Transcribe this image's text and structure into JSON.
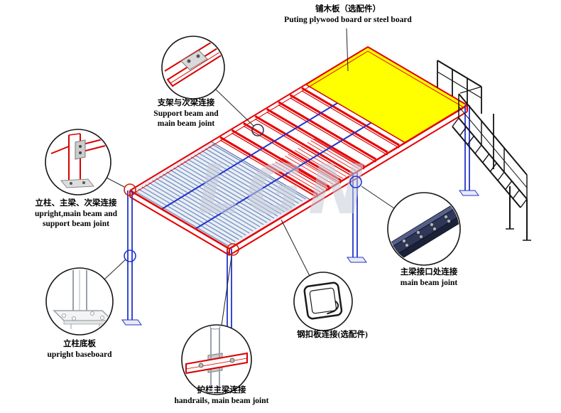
{
  "watermark": "LGN",
  "labels": {
    "plywood": {
      "lines": [
        "铺木板（选配件）",
        "Puting plywood board or steel board"
      ]
    },
    "support_beam": {
      "lines": [
        "支架与次梁连接",
        "Support beam and",
        "main beam joint"
      ]
    },
    "upright_joint": {
      "lines": [
        "立柱、主梁、次梁连接",
        "upright,main beam and",
        "support beam joint"
      ]
    },
    "baseboard": {
      "lines": [
        "立柱底板",
        "upright baseboard"
      ]
    },
    "handrails": {
      "lines": [
        "护栏主梁连接",
        "handrails, main beam joint"
      ]
    },
    "steel_buckle": {
      "lines": [
        "钢扣板连接(选配件)"
      ]
    },
    "main_beam": {
      "lines": [
        "主梁接口处连接",
        "main beam joint"
      ]
    }
  },
  "colors": {
    "beam_red": "#e50000",
    "board_yellow": "#ffff00",
    "column_blue": "#2233cc",
    "deck_stripe_blue": "#6f8ab8",
    "stair_black": "#151515",
    "watermark_gray": "#c7ccd8"
  }
}
